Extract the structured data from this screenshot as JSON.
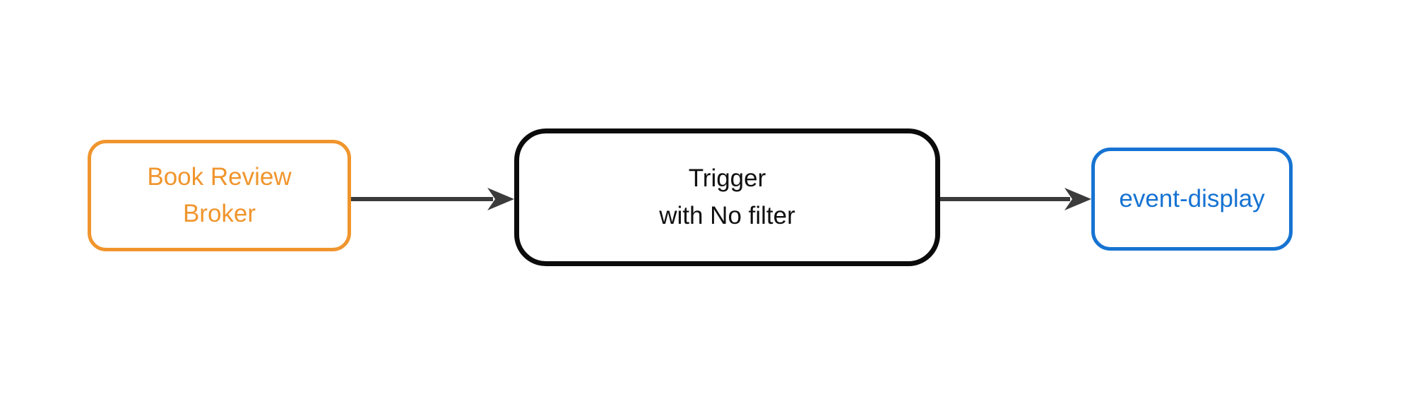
{
  "diagram": {
    "type": "flow-left-to-right",
    "background": "#FFFFFF",
    "nodes": [
      {
        "id": "book-review-broker",
        "label": "Book Review\nBroker",
        "color": "#F0952D",
        "fill": "#FFFFFF",
        "shape": "rounded-rectangle"
      },
      {
        "id": "trigger-with-no-filter",
        "label": "Trigger\nwith No filter",
        "color": "#0B0B0B",
        "text_color": "#111111",
        "fill": "#FFFFFF",
        "shape": "rounded-rectangle"
      },
      {
        "id": "event-display",
        "label": "event-display",
        "color": "#1673D2",
        "fill": "#FFFFFF",
        "shape": "rounded-rectangle"
      }
    ],
    "edges": [
      {
        "from": "book-review-broker",
        "to": "trigger-with-no-filter",
        "color": "#3B3B3B",
        "style": "solid-arrow"
      },
      {
        "from": "trigger-with-no-filter",
        "to": "event-display",
        "color": "#3B3B3B",
        "style": "solid-arrow"
      }
    ]
  }
}
